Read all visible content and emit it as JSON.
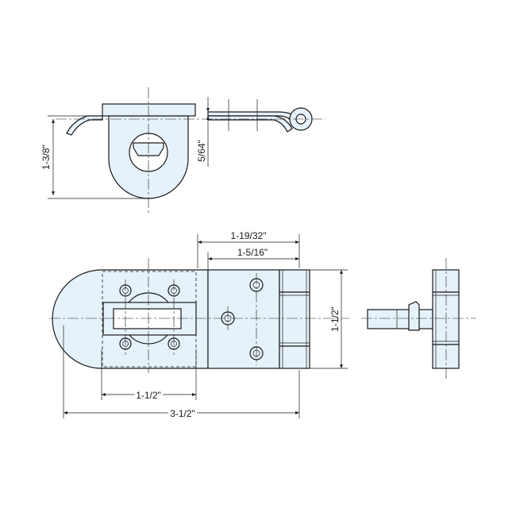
{
  "dimensions": {
    "top_height": "1-3/8\"",
    "top_thickness": "5/64\"",
    "width_total": "1-19/32\"",
    "width_inner": "1-5/16\"",
    "height_front": "1-1/2\"",
    "hole_spacing": "1-1/2\"",
    "length_total": "3-1/2\""
  },
  "colors": {
    "part_fill": "#e6f2fa",
    "line": "#1a1a1a"
  }
}
